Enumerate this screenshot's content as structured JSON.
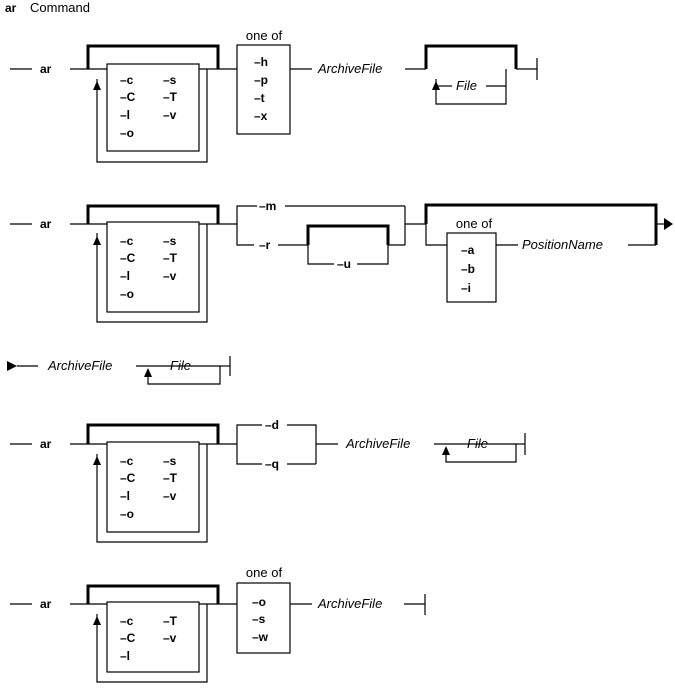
{
  "title": {
    "command_name": "ar",
    "label": "Command"
  },
  "diagrams": [
    {
      "command": "ar",
      "options_box": {
        "col1": [
          "–c",
          "–C",
          "–l",
          "–o"
        ],
        "col2": [
          "–s",
          "–T",
          "–v"
        ]
      },
      "choice_label": "one of",
      "choice_box": [
        "–h",
        "–p",
        "–t",
        "–x"
      ],
      "archive": "ArchiveFile",
      "file": "File"
    },
    {
      "command": "ar",
      "options_box": {
        "col1": [
          "–c",
          "–C",
          "–l",
          "–o"
        ],
        "col2": [
          "–s",
          "–T",
          "–v"
        ]
      },
      "branch_m": "–m",
      "branch_r": "–r",
      "branch_u": "–u",
      "choice_label": "one of",
      "choice_box": [
        "–a",
        "–b",
        "–i"
      ],
      "position": "PositionName"
    },
    {
      "archive": "ArchiveFile",
      "file": "File"
    },
    {
      "command": "ar",
      "options_box": {
        "col1": [
          "–c",
          "–C",
          "–l",
          "–o"
        ],
        "col2": [
          "–s",
          "–T",
          "–v"
        ]
      },
      "branch_d": "–d",
      "branch_q": "–q",
      "archive": "ArchiveFile",
      "file": "File"
    },
    {
      "command": "ar",
      "options_box": {
        "col1": [
          "–c",
          "–C",
          "–l"
        ],
        "col2": [
          "–T",
          "–v"
        ]
      },
      "choice_label": "one of",
      "choice_box": [
        "–o",
        "–s",
        "–w"
      ],
      "archive": "ArchiveFile"
    }
  ]
}
